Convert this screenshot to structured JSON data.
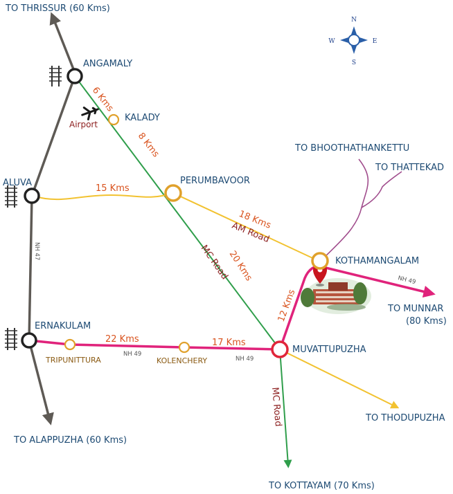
{
  "destinations": {
    "thrissur": "TO THRISSUR (60 Kms)",
    "alappuzha": "TO ALAPPUZHA (60 Kms)",
    "kottayam": "TO KOTTAYAM (70 Kms)",
    "thodupuzha": "TO THODUPUZHA",
    "munnar_line1": "TO MUNNAR",
    "munnar_line2": "(80 Kms)",
    "bhoothathankettu": "TO BHOOTHATHANKETTU",
    "thattekad": "TO THATTEKAD"
  },
  "places": {
    "angamaly": "ANGAMALY",
    "kalady": "KALADY",
    "aluva": "ALUVA",
    "perumbavoor": "PERUMBAVOOR",
    "kothamangalam": "KOTHAMANGALAM",
    "ernakulam": "ERNAKULAM",
    "muvattupuzha": "MUVATTUPUZHA",
    "tripunittura": "TRIPUNITTURA",
    "kolenchery": "KOLENCHERY",
    "airport": "Airport"
  },
  "distances": {
    "angamaly_kalady": "6 Kms",
    "kalady_perumbavoor": "8 Kms",
    "aluva_perumbavoor": "15 Kms",
    "perumbavoor_kothamangalam": "18 Kms",
    "perumbavoor_muvattupuzha": "20 Kms",
    "kothamangalam_muvattupuzha": "12 Kms",
    "ernakulam_kolenchery": "22 Kms",
    "kolenchery_muvattupuzha": "17 Kms"
  },
  "roads": {
    "am_road": "AM Road",
    "mc_road_upper": "MC Road",
    "mc_road_lower": "MC Road"
  },
  "highways": {
    "nh47": "NH 47",
    "nh49_tripunittura": "NH 49",
    "nh49_muvattupuzha": "NH 49",
    "nh49_munnar": "NH 49"
  },
  "compass": {
    "north": "N",
    "south": "S",
    "east": "E",
    "west": "W"
  },
  "colors": {
    "highway_grey": "#5e5a55",
    "mc_road_green": "#2f9e4b",
    "state_road_yellow": "#f2c230",
    "nh49_magenta": "#e0237b",
    "branch_purple": "#a04c8c",
    "town_dark": "#222222",
    "town_orange": "#e0a12c",
    "town_red": "#e0263a",
    "label_blue": "#1d4a73",
    "distance_orange": "#d9531e",
    "road_maroon": "#8c1f1f"
  }
}
